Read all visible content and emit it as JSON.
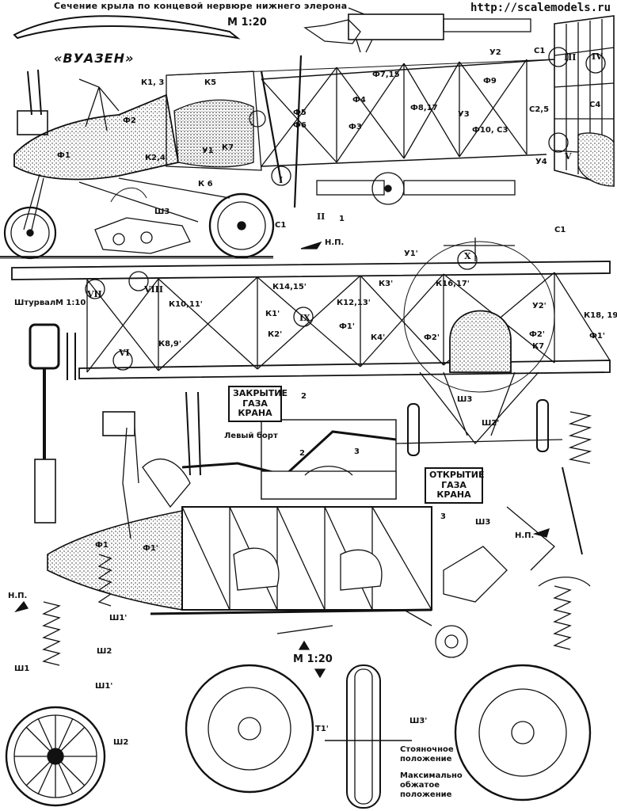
{
  "header": {
    "section_title": "Сечение крыла по концевой нервюре нижнего элерона",
    "scale_top": "М 1:20",
    "watermark": "http://scalemodels.ru"
  },
  "aircraft": {
    "name": "«ВУАЗЕН»"
  },
  "control_wheel": {
    "label": "Штурвал",
    "scale": "М 1:10"
  },
  "boxes": {
    "close": [
      "ЗАКРЫТИЕ",
      "ГАЗА",
      "КРАНА"
    ],
    "open": [
      "ОТКРЫТИЕ",
      "ГАЗА",
      "КРАНА"
    ]
  },
  "side_labels": {
    "left_board": "Левый борт"
  },
  "bottom_scale": "М 1:20",
  "positions": {
    "parking": [
      "Стояночное",
      "положение"
    ],
    "max": [
      "Максимально",
      "обжатое",
      "положение"
    ]
  },
  "part_labels": {
    "k1_3": "К1, 3",
    "k5": "К5",
    "k2_4": "К2,4",
    "k6": "К 6",
    "k7": "К7",
    "f1": "Ф1",
    "f2": "Ф2",
    "f3": "Ф3",
    "f4": "Ф4",
    "f5": "Ф5",
    "f6": "Ф6",
    "f7_15": "Ф7,15",
    "f8_17": "Ф8,17",
    "f9": "Ф9",
    "f10_s3": "Ф10, С3",
    "u1": "У1",
    "u2": "У2",
    "u3": "У3",
    "u4": "У4",
    "s1": "С1",
    "s2_5": "С2,5",
    "s4": "С4",
    "sh3": "Ш3",
    "sh1": "Ш1",
    "sh2": "Ш2",
    "sh1p": "Ш1'",
    "sh2p": "Ш2'",
    "sh3p": "Ш3'",
    "np": "Н.П.",
    "k10_11": "К10,11'",
    "k8_9": "К8,9'",
    "k14_15": "К14,15'",
    "k12_13": "К12,13'",
    "k3p": "К3'",
    "k16_17": "К16,17'",
    "k18_19": "К18, 19",
    "k1p": "К1'",
    "k2p": "К2'",
    "k4p": "К4'",
    "f1p": "Ф1'",
    "f2p": "Ф2'",
    "u1p": "У1'",
    "u2p": "У2'",
    "k7p": "К7",
    "t1": "Т1'",
    "n1": "1",
    "n2": "2",
    "n3": "3"
  },
  "roman": {
    "r1": "I",
    "r2": "II",
    "r3": "III",
    "r4": "IV",
    "r5": "V",
    "r6": "VI",
    "r7": "VII",
    "r8": "VIII",
    "r9": "IX",
    "rX": "X"
  }
}
